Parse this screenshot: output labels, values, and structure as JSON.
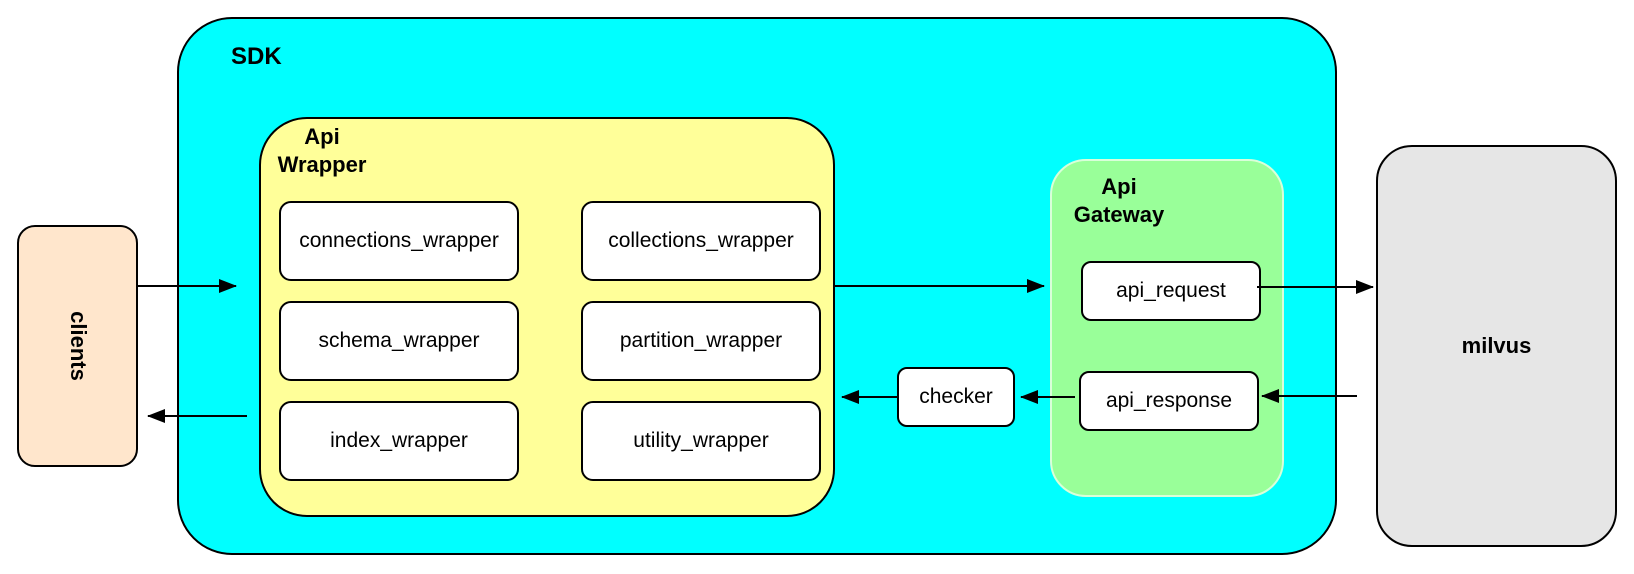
{
  "diagram": {
    "type": "architecture",
    "colors": {
      "sdk_fill": "#00FFFF",
      "api_wrapper_fill": "#FFFF99",
      "api_gateway_fill": "#99FF99",
      "clients_fill": "#FFE6CC",
      "milvus_fill": "#E6E6E6",
      "node_fill": "#FFFFFF",
      "stroke": "#000000"
    }
  },
  "nodes": {
    "clients": {
      "label": "clients",
      "orientation": "vertical"
    },
    "sdk": {
      "label": "SDK"
    },
    "api_wrapper": {
      "label": "Api\nWrapper",
      "boxes": [
        "connections_wrapper",
        "collections_wrapper",
        "schema_wrapper",
        "partition_wrapper",
        "index_wrapper",
        "utility_wrapper"
      ]
    },
    "checker": {
      "label": "checker"
    },
    "api_gateway": {
      "label": "Api\nGateway",
      "boxes": [
        "api_request",
        "api_response"
      ]
    },
    "milvus": {
      "label": "milvus"
    }
  },
  "arrows": [
    {
      "from": "clients",
      "to": "api_wrapper"
    },
    {
      "from": "api_wrapper",
      "to": "clients"
    },
    {
      "from": "api_wrapper",
      "to": "api_gateway"
    },
    {
      "from": "api_request",
      "to": "milvus"
    },
    {
      "from": "milvus",
      "to": "api_response"
    },
    {
      "from": "api_response",
      "to": "checker"
    },
    {
      "from": "checker",
      "to": "api_wrapper"
    }
  ]
}
